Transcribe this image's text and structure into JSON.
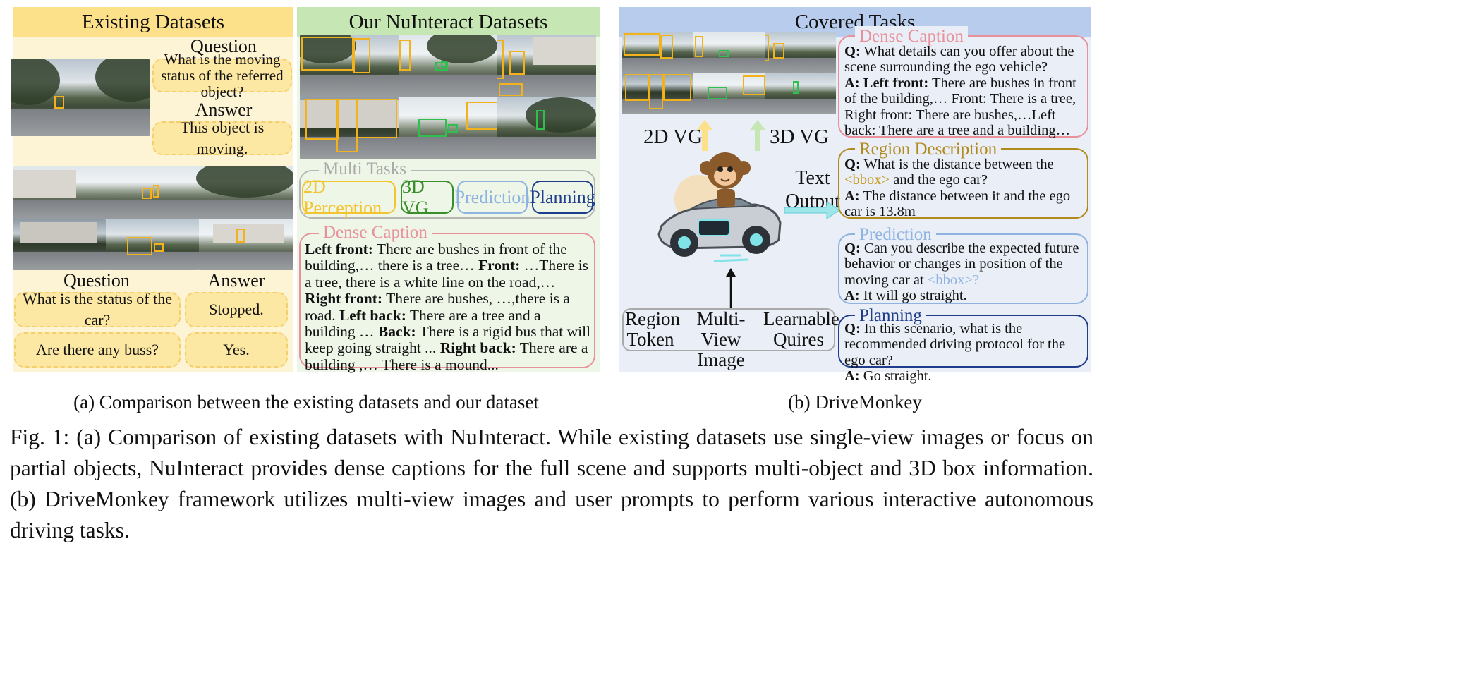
{
  "panel_a": {
    "existing_title": "Existing Datasets",
    "nuinteract_title": "Our NuInteract Datasets",
    "q1_label": "Question",
    "q1_text": "What is the moving status of the referred object?",
    "a1_label": "Answer",
    "a1_text": "This object is moving.",
    "q2_label": "Question",
    "a2_label": "Answer",
    "q2_rows": [
      {
        "question": "What is the status of the car?",
        "answer": "Stopped."
      },
      {
        "question": "Are there any buss?",
        "answer": "Yes."
      }
    ],
    "multi_tasks_legend": "Multi Tasks",
    "tasks": [
      {
        "label": "2D Perception",
        "color": "#f4c430"
      },
      {
        "label": "3D VG",
        "color": "#3a8f2c"
      },
      {
        "label": "Prediction",
        "color": "#8fb3e0"
      },
      {
        "label": "Planning",
        "color": "#1f3d8a"
      }
    ],
    "dense_caption_legend": "Dense Caption",
    "dense_caption": {
      "lf_label": "Left front:",
      "lf_text": " There are bushes in front of the building,… there is a tree… ",
      "f_label": "Front:",
      "f_text": " …There is a tree, there is a white line on the road,… ",
      "rf_label": "Right front:",
      "rf_text": " There are bushes, …,there is a road. ",
      "lb_label": "Left back:",
      "lb_text": " There are a tree and a building … ",
      "b_label": "Back:",
      "b_text": " There is a rigid bus that will keep going straight ... ",
      "rb_label": "Right back:",
      "rb_text": " There are a building ,… There is a mound..."
    },
    "caption": "(a) Comparison between the existing datasets and our dataset"
  },
  "panel_b": {
    "title": "Covered Tasks",
    "vg2d": "2D VG",
    "vg3d": "3D VG",
    "text_output": "Text Output",
    "inputs": [
      "Region Token",
      "Multi-View Image",
      "Learnable Quires"
    ],
    "dense": {
      "legend": "Dense Caption",
      "q_label": "Q:",
      "q_text": " What details can you offer about the scene surrounding the ego vehicle?",
      "a_label": "A:",
      "a_bold": " Left front:",
      "a_text": " There are bushes in front of the building,… Front: There is a tree, Right front: There are bushes,…Left back: There are a tree and a building…"
    },
    "region": {
      "legend": "Region Description",
      "q_label": "Q:",
      "q_text": " What is the distance between the ",
      "q_token": "<bbox>",
      "q_text2": " and the ego car?",
      "a_label": "A:",
      "a_text": " The distance between it and the ego car is 13.8m"
    },
    "prediction": {
      "legend": "Prediction",
      "q_label": "Q:",
      "q_text": " Can you describe the expected future behavior or changes in position of the moving car at ",
      "q_token": "<bbox>?",
      "a_label": "A:",
      "a_text": " It will go straight."
    },
    "planning": {
      "legend": "Planning",
      "q_label": "Q:",
      "q_text": " In this scenario, what is the recommended driving protocol for the ego car?",
      "a_label": "A:",
      "a_text": " Go straight."
    },
    "caption": "(b) DriveMonkey"
  },
  "figure_caption": "Fig. 1: (a) Comparison of existing datasets with NuInteract. While existing datasets use single-view images or focus on partial objects, NuInteract provides dense captions for the full scene and supports multi-object and 3D box information. (b) DriveMonkey framework utilizes multi-view images and user prompts to perform various interactive autonomous driving tasks.",
  "colors": {
    "existing_header": "#fce08a",
    "existing_body": "#fdf4d5",
    "nuinteract_header": "#c6e6b3",
    "nuinteract_body": "#eef6e8",
    "covered_header": "#b8cdee",
    "covered_body": "#e9eef7",
    "dense_border": "#e9919a",
    "region_border": "#b28a1c",
    "prediction_border": "#8fb3e0",
    "planning_border": "#1f3d8a"
  }
}
